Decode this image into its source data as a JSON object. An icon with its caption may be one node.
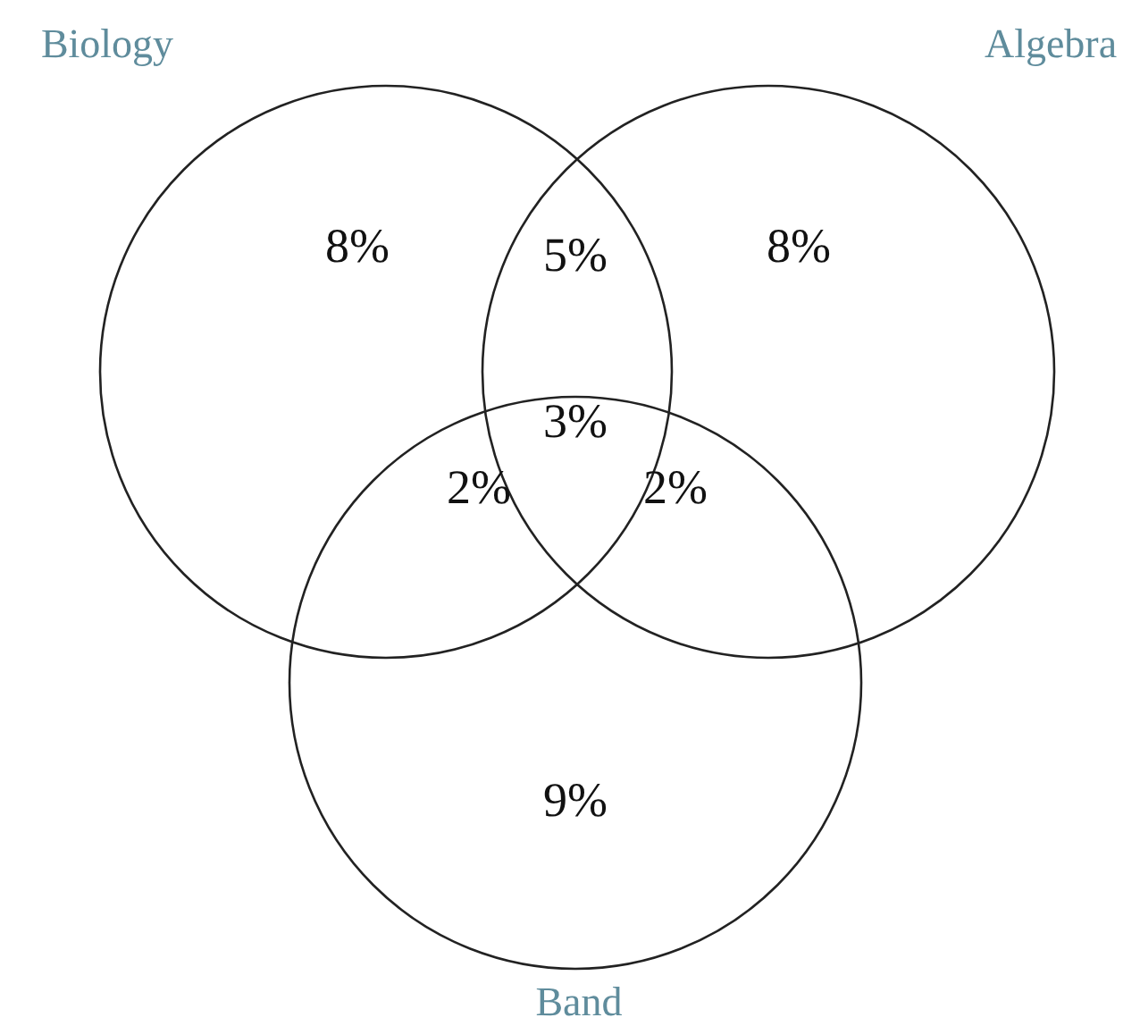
{
  "diagram": {
    "nodes": [
      {
        "text": [
          "Biology"
        ]
      },
      {
        "text": [
          "Algebra"
        ]
      },
      {
        "text": [
          "Band"
        ]
      }
    ],
    "labels": [
      "8%",
      "5%",
      "8%",
      "3%",
      "2%",
      "2%",
      "9%"
    ]
  }
}
